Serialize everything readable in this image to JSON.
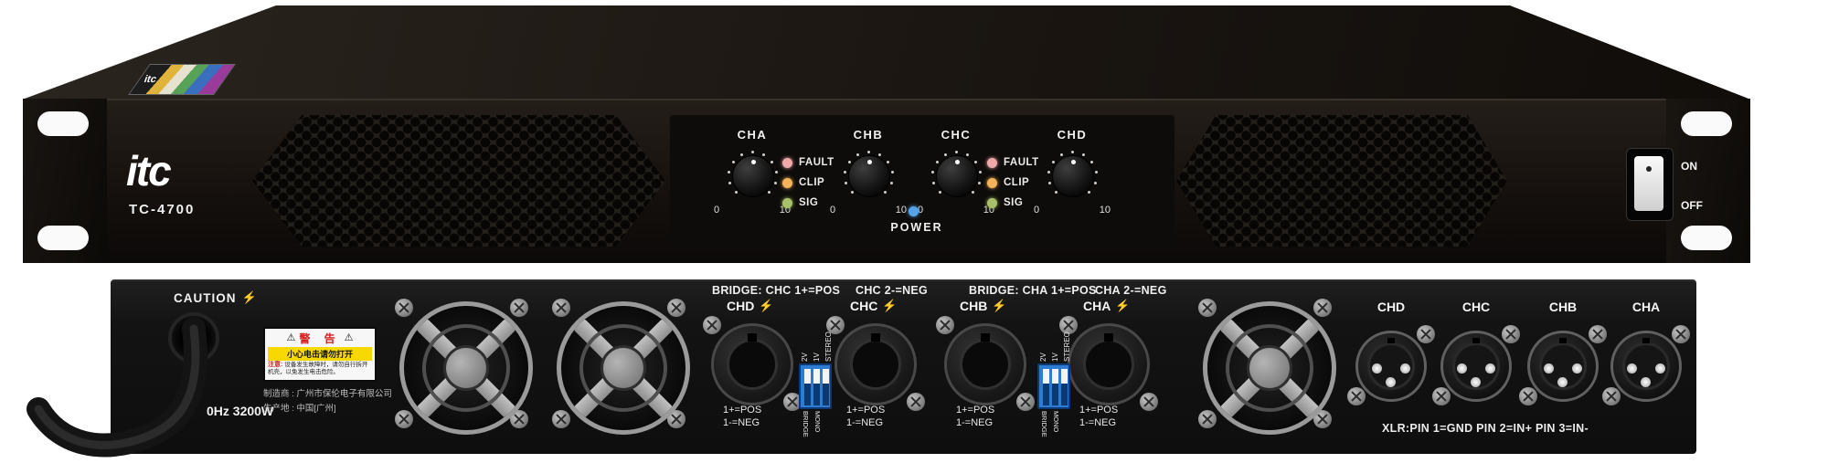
{
  "colors": {
    "front_panel": "#16110e",
    "rear_panel": "#131313",
    "led_fault": "#f0a8a8",
    "led_clip": "#f2b35c",
    "led_sig": "#a9c06a",
    "led_power": "#55a4ea",
    "dip_blue": "#2d7cd2"
  },
  "front": {
    "brand": "itc",
    "model": "TC-4700",
    "sticker_text": "itc",
    "channels": [
      {
        "label": "CHA",
        "min": "0",
        "max": "10"
      },
      {
        "label": "CHB",
        "min": "0",
        "max": "10"
      },
      {
        "label": "CHC",
        "min": "0",
        "max": "10"
      },
      {
        "label": "CHD",
        "min": "0",
        "max": "10"
      }
    ],
    "led_labels": [
      "FAULT",
      "CLIP",
      "SIG"
    ],
    "power_label": "POWER",
    "switch_on": "ON",
    "switch_off": "OFF"
  },
  "rear": {
    "caution_label": "CAUTION",
    "power_rating": "0Hz 3200W",
    "warning": {
      "title": "警 告",
      "subtitle": "小心电击请勿打开",
      "note_label": "注意:",
      "note_text": "设备发生故障时，请勿自行拆开机壳，以免发生电击危险。"
    },
    "mfg_line1": "制造商 : 广州市保伦电子有限公司",
    "mfg_line2": "生产地 : 中国[广州]",
    "bridge_groups": [
      {
        "part1": "BRIDGE: CHC 1+=POS",
        "part2": "CHC 2-=NEG"
      },
      {
        "part1": "BRIDGE: CHA 1+=POS",
        "part2": "CHA 2-=NEG"
      }
    ],
    "speakons": [
      {
        "label": "CHD",
        "pos": "1+=POS",
        "neg": "1-=NEG"
      },
      {
        "label": "CHC",
        "pos": "1+=POS",
        "neg": "1-=NEG"
      },
      {
        "label": "CHB",
        "pos": "1+=POS",
        "neg": "1-=NEG"
      },
      {
        "label": "CHA",
        "pos": "1+=POS",
        "neg": "1-=NEG"
      }
    ],
    "dip_labels": [
      "2V",
      "1V",
      "STEREO"
    ],
    "dip_bottom": [
      "BRIDGE",
      "MONO"
    ],
    "xlr_labels": [
      "CHD",
      "CHC",
      "CHB",
      "CHA"
    ],
    "xlr_pin_text": "XLR:PIN 1=GND PIN 2=IN+ PIN 3=IN-"
  }
}
